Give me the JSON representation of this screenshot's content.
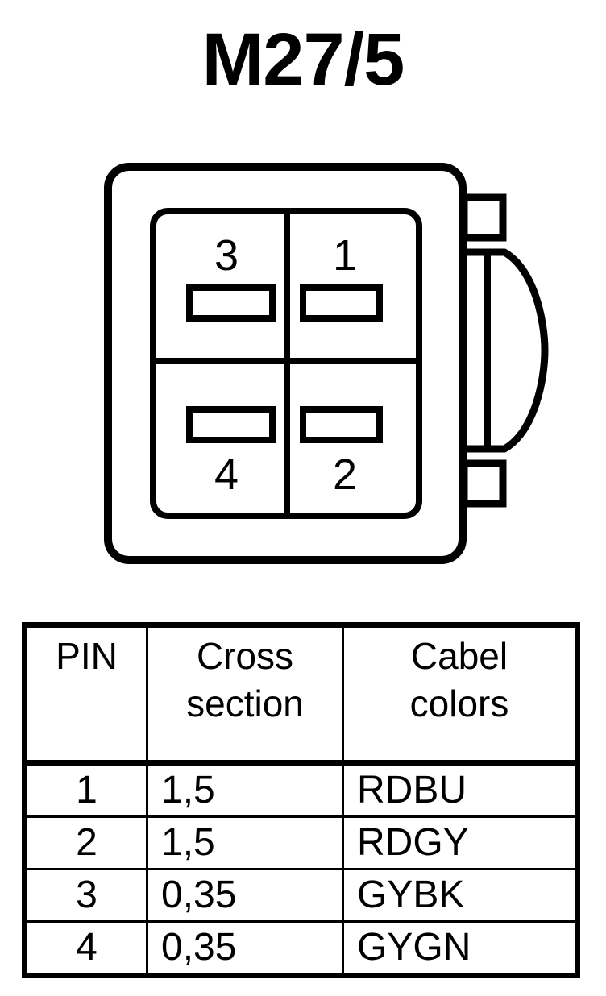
{
  "title": "M27/5",
  "connector": {
    "name": "4-way rectangular connector front view",
    "cavity_count": 4,
    "cavities": [
      {
        "pin": "3",
        "position": "top-left",
        "number_position": "above"
      },
      {
        "pin": "1",
        "position": "top-right",
        "number_position": "above"
      },
      {
        "pin": "4",
        "position": "bottom-left",
        "number_position": "below"
      },
      {
        "pin": "2",
        "position": "bottom-right",
        "number_position": "below"
      }
    ],
    "latch": {
      "name": "side-latch",
      "tabs": 2
    },
    "line_color": "#000000",
    "fill_color": "#ffffff"
  },
  "table": {
    "headers": {
      "pin": "PIN",
      "cross_section_line1": "Cross",
      "cross_section_line2": "section",
      "cable_colors_line1": "Cabel",
      "cable_colors_line2": "colors"
    },
    "rows": [
      {
        "pin": "1",
        "cross_section": "1,5",
        "cable_colors": "RDBU"
      },
      {
        "pin": "2",
        "cross_section": "1,5",
        "cable_colors": "RDGY"
      },
      {
        "pin": "3",
        "cross_section": "0,35",
        "cable_colors": "GYBK"
      },
      {
        "pin": "4",
        "cross_section": "0,35",
        "cable_colors": "GYGN"
      }
    ]
  }
}
